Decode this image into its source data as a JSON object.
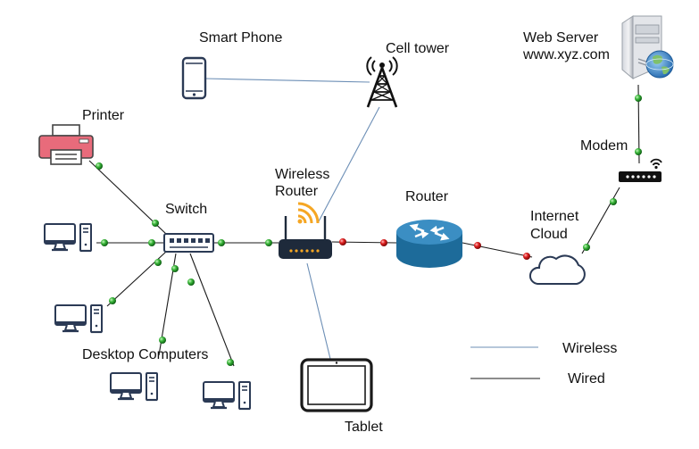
{
  "labels": {
    "smart_phone": "Smart Phone",
    "cell_tower": "Cell tower",
    "web_server_line1": "Web Server",
    "web_server_line2": "www.xyz.com",
    "printer": "Printer",
    "modem": "Modem",
    "wireless_router_line1": "Wireless",
    "wireless_router_line2": "Router",
    "switch": "Switch",
    "router": "Router",
    "internet_line1": "Internet",
    "internet_line2": "Cloud",
    "desktop_computers": "Desktop Computers",
    "tablet": "Tablet"
  },
  "legend": {
    "wireless": "Wireless",
    "wired": "Wired"
  },
  "colors": {
    "wired_line": "#1a1a1a",
    "wireless_line": "#6d8fb6",
    "connector_green": "#2e9a2e",
    "connector_red": "#d42020",
    "router_blue": "#1d6b9a",
    "printer_pink": "#e86b7b",
    "wifi_orange": "#f5a623",
    "device_outline": "#2b3a55"
  },
  "icons": [
    "smartphone-icon",
    "cell-tower-icon",
    "web-server-icon",
    "printer-icon",
    "modem-icon",
    "wireless-router-icon",
    "switch-icon",
    "router-icon",
    "cloud-icon",
    "desktop-computer-icon",
    "tablet-icon"
  ]
}
